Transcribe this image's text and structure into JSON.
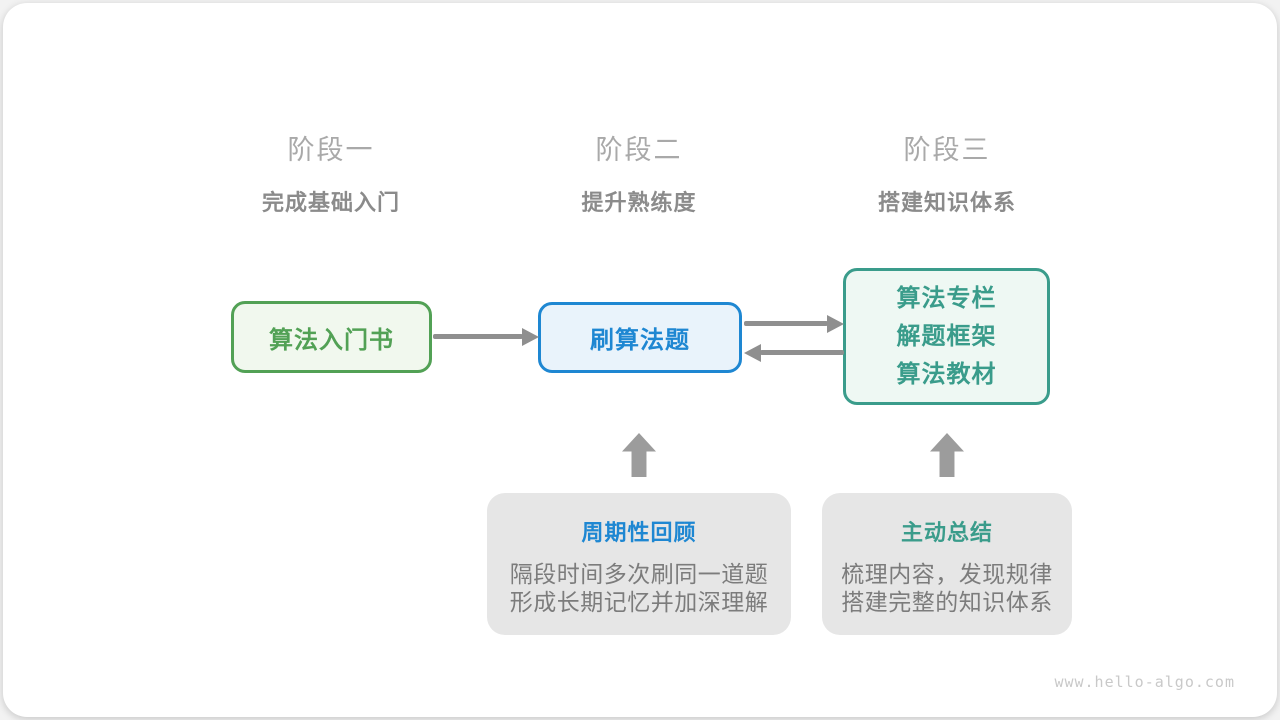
{
  "colors": {
    "green": "#52a155",
    "green_bg": "#f1f8ee",
    "blue": "#1e87d2",
    "blue_bg": "#e9f3fb",
    "teal": "#3a9c8b",
    "teal_bg": "#eef8f3",
    "arrow": "#8f8f8f",
    "up_arrow": "#9c9c9c",
    "stage_title": "#a9a9a9",
    "stage_subtitle": "#8b8b8b",
    "note_bg": "#e6e6e6",
    "note_text": "#7c7c7c",
    "watermark": "#c9c9c9"
  },
  "stages": [
    {
      "title": "阶段一",
      "subtitle": "完成基础入门"
    },
    {
      "title": "阶段二",
      "subtitle": "提升熟练度"
    },
    {
      "title": "阶段三",
      "subtitle": "搭建知识体系"
    }
  ],
  "nodes": {
    "intro_book": {
      "label": "算法入门书"
    },
    "practice": {
      "label": "刷算法题"
    },
    "resources": {
      "lines": [
        "算法专栏",
        "解题框架",
        "算法教材"
      ]
    }
  },
  "notes": [
    {
      "title": "周期性回顾",
      "body_lines": [
        "隔段时间多次刷同一道题",
        "形成长期记忆并加深理解"
      ]
    },
    {
      "title": "主动总结",
      "body_lines": [
        "梳理内容，发现规律",
        "搭建完整的知识体系"
      ]
    }
  ],
  "footer": {
    "watermark": "www.hello-algo.com"
  }
}
